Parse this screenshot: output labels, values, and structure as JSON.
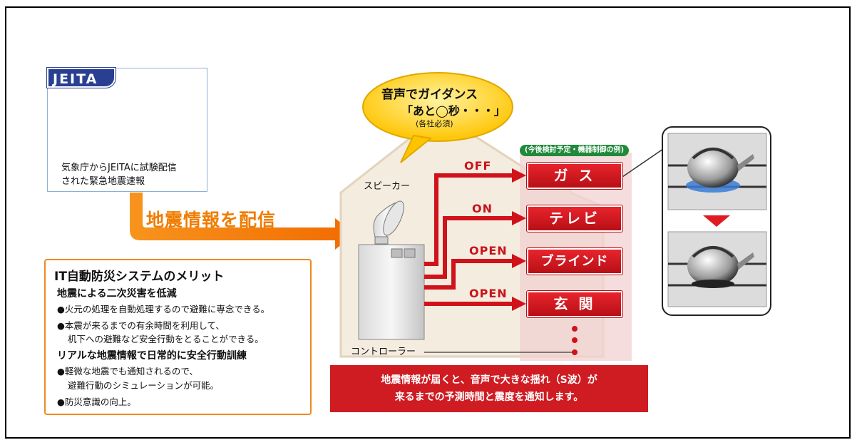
{
  "jeita": {
    "tag": "JEITA",
    "desc_line1": "気象庁からJEITAに試験配信",
    "desc_line2": "された緊急地震速報"
  },
  "distribute_label": "地震情報を配信",
  "merit": {
    "title": "IT自動防災システムのメリット",
    "section1_heading": "地震による二次災害を低減",
    "section1_bullet1": "●火元の処理を自動処理するので避難に専念できる。",
    "section1_bullet2_line1": "●本震が来るまでの有余時間を利用して、",
    "section1_bullet2_line2": "机下への避難など安全行動をとることができる。",
    "section2_heading": "リアルな地震情報で日常的に安全行動訓練",
    "section2_bullet1_line1": "●軽微な地震でも通知されるので、",
    "section2_bullet1_line2": "避難行動のシミュレーションが可能。",
    "section2_bullet2": "●防災意識の向上。"
  },
  "bubble": {
    "line1": "音声でガイダンス",
    "line2": "「あと◯秒・・・」",
    "line3": "(各社必須)"
  },
  "control_tag": "(今後検討予定・機器制御の例)",
  "speaker_label": "スピーカー",
  "controller_label": "コントローラー",
  "signals": [
    {
      "label": "OFF"
    },
    {
      "label": "ON"
    },
    {
      "label": "OPEN"
    },
    {
      "label": "OPEN"
    }
  ],
  "devices": [
    {
      "label": "ガ ス"
    },
    {
      "label": "テレビ"
    },
    {
      "label": "ブラインド"
    },
    {
      "label": "玄 関"
    }
  ],
  "notice": {
    "line1": "地震情報が届くと、音声で大きな揺れ（S波）が",
    "line2": "来るまでの予測時間と震度を通知します。"
  },
  "colors": {
    "orange": "#ef7d00",
    "red": "#cf1b22",
    "navy": "#2a3f91",
    "green": "#1f8a3a",
    "bubble_yellow": "#ffd21a"
  }
}
